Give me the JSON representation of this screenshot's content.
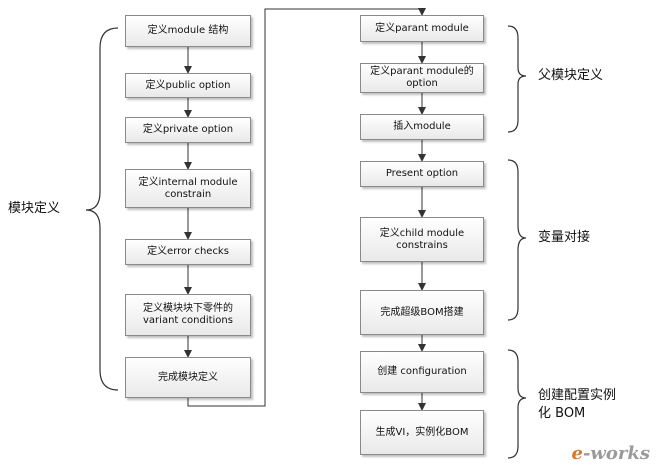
{
  "left_column": [
    {
      "id": "l1",
      "text": "定义module 结构"
    },
    {
      "id": "l2",
      "text": "定义public option"
    },
    {
      "id": "l3",
      "text": "定义private option"
    },
    {
      "id": "l4",
      "text": "定义internal module constrain"
    },
    {
      "id": "l5",
      "text": "定义error checks"
    },
    {
      "id": "l6",
      "text": "定义模块块下零件的variant conditions"
    },
    {
      "id": "l7",
      "text": "完成模块定义"
    }
  ],
  "right_column": [
    {
      "id": "r1",
      "text": "定义parant module"
    },
    {
      "id": "r2",
      "text": "定义parant module的option"
    },
    {
      "id": "r3",
      "text": "插入module"
    },
    {
      "id": "r4",
      "text": "Present option"
    },
    {
      "id": "r5",
      "text": "定义child module constrains"
    },
    {
      "id": "r6",
      "text": "完成超级BOM搭建"
    },
    {
      "id": "r7",
      "text": "创建 configuration"
    },
    {
      "id": "r8",
      "text": "生成VI，实例化BOM"
    }
  ],
  "group_labels": {
    "module_definition": "模块定义",
    "parent_module_definition": "父模块定义",
    "variable_docking": "变量对接",
    "create_config": "创建配置实例化 BOM"
  },
  "logo": {
    "e": "e",
    "rest": "-works"
  }
}
